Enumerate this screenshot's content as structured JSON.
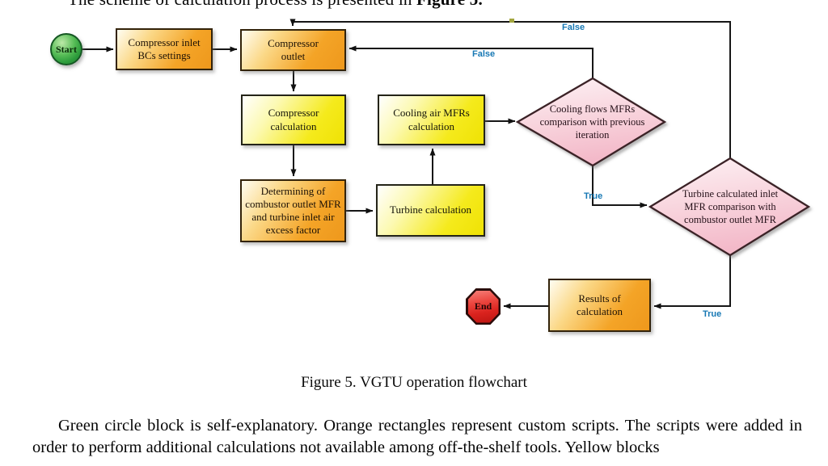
{
  "page": {
    "top_text_normal": "The scheme of calculation process is presented in ",
    "top_text_bold": "Figure 5.",
    "caption": "Figure 5. VGTU operation flowchart",
    "body_paragraph": "Green circle block is self-explanatory. Orange rectangles represent custom scripts. The scripts were added in order to perform additional calculations not available among off-the-shelf tools. Yellow blocks"
  },
  "flowchart": {
    "nodes": {
      "start": {
        "label": "Start",
        "shape": "circle",
        "color": "#2d9c3c"
      },
      "compressor_inlet": {
        "label": "Compressor inlet BCs settings",
        "shape": "rect",
        "color": "#f4a427"
      },
      "compressor_outlet": {
        "label": "Compressor outlet",
        "shape": "rect",
        "color": "#f4a427"
      },
      "compressor_calc": {
        "label": "Compressor calculation",
        "shape": "rect",
        "color": "#f5ea1c"
      },
      "cooling_air": {
        "label": "Cooling air MFRs calculation",
        "shape": "rect",
        "color": "#f5ea1c"
      },
      "cooling_diamond": {
        "label": "Cooling flows MFRs comparison with previous iteration",
        "shape": "diamond",
        "color": "#f5c3d0"
      },
      "determining": {
        "label": "Determining of combustor outlet MFR and turbine inlet air excess factor",
        "shape": "rect",
        "color": "#f4a427"
      },
      "turbine_calc": {
        "label": "Turbine calculation",
        "shape": "rect",
        "color": "#f5ea1c"
      },
      "turbine_diamond": {
        "label": "Turbine calculated inlet MFR comparison with combustor outlet MFR",
        "shape": "diamond",
        "color": "#f5c3d0"
      },
      "results": {
        "label": "Results of calculation",
        "shape": "rect",
        "color": "#f4a427"
      },
      "end": {
        "label": "End",
        "shape": "octagon",
        "color": "#da231e"
      }
    },
    "edge_labels": {
      "false_top": "False",
      "false_mid": "False",
      "true_left": "True",
      "true_right": "True"
    },
    "colors": {
      "edge_line": "#161616",
      "edge_label_blue": "#1778b4",
      "orange_border": "#33230a",
      "pink_border": "#3a2127"
    }
  }
}
